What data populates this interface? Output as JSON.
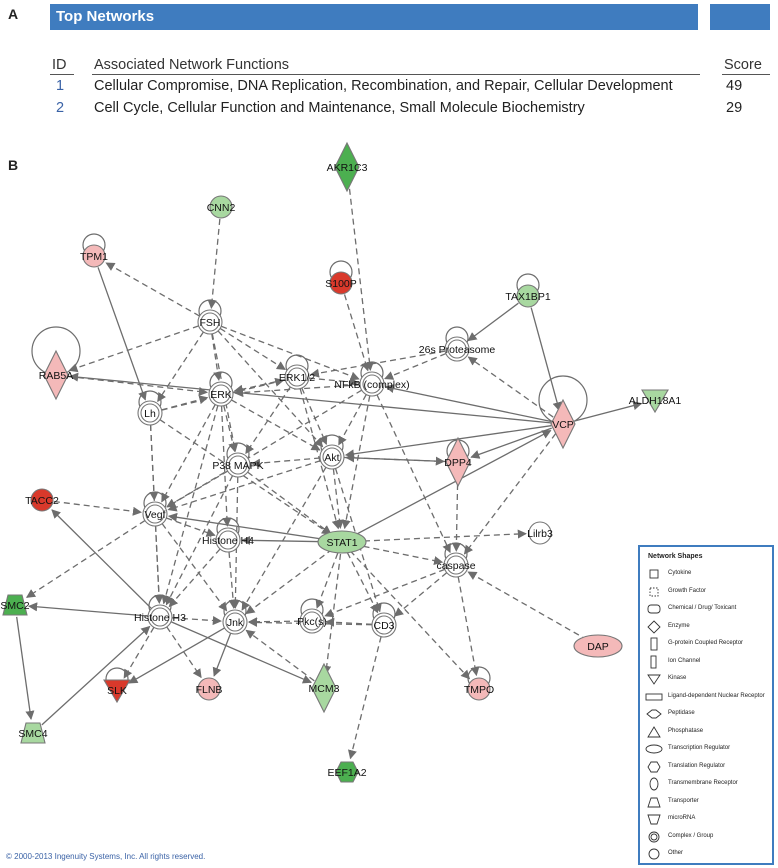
{
  "panel_a_label": "A",
  "panel_b_label": "B",
  "top_networks": {
    "title": "Top Networks",
    "columns": {
      "id": "ID",
      "functions": "Associated Network Functions",
      "score": "Score"
    },
    "rows": [
      {
        "id": "1",
        "functions": "Cellular Compromise, DNA Replication, Recombination, and Repair, Cellular Development",
        "score": "49"
      },
      {
        "id": "2",
        "functions": "Cell Cycle, Cellular Function and Maintenance, Small Molecule Biochemistry",
        "score": "29"
      }
    ]
  },
  "network": {
    "colors": {
      "down_strong": "#4caf50",
      "down_light": "#a8d8a0",
      "up_strong": "#d9392b",
      "up_light": "#f4b9b9",
      "neutral": "#ffffff",
      "edge": "#6d6d6d"
    },
    "nodes": [
      {
        "id": "AKR1C3",
        "label": "AKR1C3",
        "shape": "diamond",
        "fill": "down_strong"
      },
      {
        "id": "CNN2",
        "label": "CNN2",
        "shape": "circle",
        "fill": "down_light"
      },
      {
        "id": "TPM1",
        "label": "TPM1",
        "shape": "circle",
        "fill": "up_light"
      },
      {
        "id": "S100P",
        "label": "S100P",
        "shape": "circle",
        "fill": "up_strong"
      },
      {
        "id": "TAX1BP1",
        "label": "TAX1BP1",
        "shape": "circle",
        "fill": "down_light"
      },
      {
        "id": "FSH",
        "label": "FSH",
        "shape": "complex",
        "fill": "neutral"
      },
      {
        "id": "26S",
        "label": "26s Proteasome",
        "shape": "complex",
        "fill": "neutral"
      },
      {
        "id": "RAB5A",
        "label": "RAB5A",
        "shape": "diamond",
        "fill": "up_light"
      },
      {
        "id": "ERK12",
        "label": "ERK1/2",
        "shape": "complex",
        "fill": "neutral"
      },
      {
        "id": "NFKB",
        "label": "NFkB (complex)",
        "shape": "complex",
        "fill": "neutral"
      },
      {
        "id": "ALDH18A1",
        "label": "ALDH18A1",
        "shape": "triangle-down",
        "fill": "down_light"
      },
      {
        "id": "LH",
        "label": "Lh",
        "shape": "complex",
        "fill": "neutral"
      },
      {
        "id": "ERK",
        "label": "ERK",
        "shape": "complex",
        "fill": "neutral"
      },
      {
        "id": "VCP",
        "label": "VCP",
        "shape": "diamond",
        "fill": "up_light"
      },
      {
        "id": "AKT",
        "label": "Akt",
        "shape": "complex",
        "fill": "neutral"
      },
      {
        "id": "P38",
        "label": "P38 MAPK",
        "shape": "complex",
        "fill": "neutral"
      },
      {
        "id": "DPP4",
        "label": "DPP4",
        "shape": "diamond",
        "fill": "up_light"
      },
      {
        "id": "TACC2",
        "label": "TACC2",
        "shape": "circle",
        "fill": "up_strong"
      },
      {
        "id": "VEGF",
        "label": "Vegf",
        "shape": "complex",
        "fill": "neutral"
      },
      {
        "id": "LILRB3",
        "label": "Lilrb3",
        "shape": "circle",
        "fill": "neutral"
      },
      {
        "id": "H4",
        "label": "Histone H4",
        "shape": "complex",
        "fill": "neutral"
      },
      {
        "id": "STAT1",
        "label": "STAT1",
        "shape": "ellipse",
        "fill": "down_light"
      },
      {
        "id": "CASP",
        "label": "caspase",
        "shape": "complex",
        "fill": "neutral"
      },
      {
        "id": "SMC2",
        "label": "SMC2",
        "shape": "trapezoid",
        "fill": "down_strong"
      },
      {
        "id": "H3",
        "label": "Histone H3",
        "shape": "complex",
        "fill": "neutral"
      },
      {
        "id": "JNK",
        "label": "Jnk",
        "shape": "complex",
        "fill": "neutral"
      },
      {
        "id": "PKC",
        "label": "Pkc(s)",
        "shape": "complex",
        "fill": "neutral"
      },
      {
        "id": "CD3",
        "label": "CD3",
        "shape": "complex",
        "fill": "neutral"
      },
      {
        "id": "DAP",
        "label": "DAP",
        "shape": "ellipse",
        "fill": "up_light"
      },
      {
        "id": "SLK",
        "label": "SLK",
        "shape": "triangle-down",
        "fill": "up_strong"
      },
      {
        "id": "FLNB",
        "label": "FLNB",
        "shape": "circle",
        "fill": "up_light"
      },
      {
        "id": "MCM3",
        "label": "MCM3",
        "shape": "diamond",
        "fill": "down_light"
      },
      {
        "id": "TMPO",
        "label": "TMPO",
        "shape": "circle",
        "fill": "up_light"
      },
      {
        "id": "SMC4",
        "label": "SMC4",
        "shape": "trapezoid",
        "fill": "down_light"
      },
      {
        "id": "EEF1A2",
        "label": "EEF1A2",
        "shape": "hexagon",
        "fill": "down_strong"
      }
    ],
    "edges": [
      [
        "AKR1C3",
        "NFKB",
        "dashed"
      ],
      [
        "CNN2",
        "FSH",
        "dashed"
      ],
      [
        "FSH",
        "TPM1",
        "dashed"
      ],
      [
        "S100P",
        "NFKB",
        "dashed"
      ],
      [
        "TAX1BP1",
        "26S",
        "solid"
      ],
      [
        "FSH",
        "RAB5A",
        "dashed"
      ],
      [
        "FSH",
        "ERK",
        "dashed"
      ],
      [
        "FSH",
        "ERK12",
        "dashed"
      ],
      [
        "FSH",
        "NFKB",
        "dashed"
      ],
      [
        "FSH",
        "AKT",
        "dashed"
      ],
      [
        "FSH",
        "P38",
        "dashed"
      ],
      [
        "FSH",
        "LH",
        "dashed"
      ],
      [
        "26S",
        "NFKB",
        "dashed"
      ],
      [
        "26S",
        "ERK12",
        "dashed"
      ],
      [
        "TPM1",
        "LH",
        "solid"
      ],
      [
        "RAB5A",
        "ERK",
        "dashed"
      ],
      [
        "LH",
        "ERK",
        "dashed"
      ],
      [
        "LH",
        "ERK12",
        "dashed"
      ],
      [
        "LH",
        "VEGF",
        "dashed"
      ],
      [
        "LH",
        "H3",
        "dashed"
      ],
      [
        "ERK12",
        "ERK",
        "dashed"
      ],
      [
        "ERK12",
        "NFKB",
        "dashed"
      ],
      [
        "ERK12",
        "AKT",
        "dashed"
      ],
      [
        "ERK12",
        "P38",
        "dashed"
      ],
      [
        "NFKB",
        "AKT",
        "dashed"
      ],
      [
        "NFKB",
        "VEGF",
        "dashed"
      ],
      [
        "NFKB",
        "STAT1",
        "dashed"
      ],
      [
        "NFKB",
        "ERK",
        "dashed"
      ],
      [
        "ERK",
        "AKT",
        "dashed"
      ],
      [
        "ERK",
        "VEGF",
        "dashed"
      ],
      [
        "ERK",
        "H4",
        "dashed"
      ],
      [
        "ERK",
        "P38",
        "dashed"
      ],
      [
        "VCP",
        "26S",
        "dashed"
      ],
      [
        "VCP",
        "NFKB",
        "solid"
      ],
      [
        "VCP",
        "ALDH18A1",
        "solid"
      ],
      [
        "VCP",
        "AKT",
        "solid"
      ],
      [
        "VCP",
        "CASP",
        "dashed"
      ],
      [
        "VCP",
        "DPP4",
        "solid"
      ],
      [
        "TAX1BP1",
        "VCP",
        "solid"
      ],
      [
        "VCP",
        "RAB5A",
        "solid"
      ],
      [
        "AKT",
        "P38",
        "dashed"
      ],
      [
        "AKT",
        "VEGF",
        "dashed"
      ],
      [
        "AKT",
        "STAT1",
        "dashed"
      ],
      [
        "AKT",
        "JNK",
        "dashed"
      ],
      [
        "AKT",
        "DPP4",
        "dashed"
      ],
      [
        "P38",
        "VEGF",
        "dashed"
      ],
      [
        "P38",
        "JNK",
        "dashed"
      ],
      [
        "P38",
        "H3",
        "dashed"
      ],
      [
        "DPP4",
        "CASP",
        "dashed"
      ],
      [
        "DPP4",
        "AKT",
        "solid"
      ],
      [
        "TACC2",
        "VEGF",
        "dashed"
      ],
      [
        "VEGF",
        "H4",
        "dashed"
      ],
      [
        "VEGF",
        "SMC2",
        "dashed"
      ],
      [
        "VEGF",
        "H3",
        "dashed"
      ],
      [
        "STAT1",
        "VEGF",
        "solid"
      ],
      [
        "STAT1",
        "H4",
        "solid"
      ],
      [
        "STAT1",
        "CASP",
        "dashed"
      ],
      [
        "STAT1",
        "VCP",
        "solid"
      ],
      [
        "STAT1",
        "LILRB3",
        "dashed"
      ],
      [
        "STAT1",
        "JNK",
        "dashed"
      ],
      [
        "STAT1",
        "PKC",
        "dashed"
      ],
      [
        "STAT1",
        "MCM3",
        "dashed"
      ],
      [
        "STAT1",
        "TMPO",
        "dashed"
      ],
      [
        "STAT1",
        "CD3",
        "dashed"
      ],
      [
        "H4",
        "H3",
        "dashed"
      ],
      [
        "H4",
        "JNK",
        "dashed"
      ],
      [
        "CASP",
        "PKC",
        "dashed"
      ],
      [
        "CASP",
        "CD3",
        "dashed"
      ],
      [
        "CASP",
        "TMPO",
        "dashed"
      ],
      [
        "DAP",
        "CASP",
        "dashed"
      ],
      [
        "H3",
        "SMC2",
        "solid"
      ],
      [
        "H3",
        "JNK",
        "dashed"
      ],
      [
        "H3",
        "MCM3",
        "solid"
      ],
      [
        "H3",
        "TACC2",
        "solid"
      ],
      [
        "H3",
        "SLK",
        "dashed"
      ],
      [
        "H3",
        "FLNB",
        "dashed"
      ],
      [
        "JNK",
        "SLK",
        "solid"
      ],
      [
        "JNK",
        "FLNB",
        "solid"
      ],
      [
        "PKC",
        "JNK",
        "dashed"
      ],
      [
        "CD3",
        "JNK",
        "dashed"
      ],
      [
        "CD3",
        "EEF1A2",
        "dashed"
      ],
      [
        "CD3",
        "PKC",
        "dashed"
      ],
      [
        "SMC2",
        "SMC4",
        "solid"
      ],
      [
        "SMC4",
        "H3",
        "solid"
      ],
      [
        "MCM3",
        "JNK",
        "dashed"
      ],
      [
        "ERK12",
        "STAT1",
        "dashed"
      ],
      [
        "P38",
        "STAT1",
        "dashed"
      ],
      [
        "LH",
        "STAT1",
        "dashed"
      ],
      [
        "ERK",
        "H3",
        "dashed"
      ],
      [
        "NFKB",
        "CASP",
        "dashed"
      ],
      [
        "AKT",
        "CD3",
        "dashed"
      ],
      [
        "VEGF",
        "JNK",
        "dashed"
      ]
    ],
    "self_loops": [
      "TPM1",
      "FSH",
      "TAX1BP1",
      "RAB5A",
      "26S",
      "ERK12",
      "NFKB",
      "LH",
      "ERK",
      "VCP",
      "AKT",
      "P38",
      "DPP4",
      "VEGF",
      "H4",
      "CASP",
      "H3",
      "JNK",
      "PKC",
      "CD3",
      "SLK",
      "TMPO",
      "S100P"
    ]
  },
  "legend": {
    "title": "Network Shapes",
    "items": [
      {
        "shape": "square",
        "label": "Cytokine"
      },
      {
        "shape": "dotted-square",
        "label": "Growth Factor"
      },
      {
        "shape": "rounded-rect",
        "label": "Chemical / Drug/ Toxicant"
      },
      {
        "shape": "diamond",
        "label": "Enzyme"
      },
      {
        "shape": "tall-rect",
        "label": "G-protein Coupled Receptor"
      },
      {
        "shape": "thin-rect",
        "label": "Ion Channel"
      },
      {
        "shape": "triangle-down",
        "label": "Kinase"
      },
      {
        "shape": "wide-rect",
        "label": "Ligand-dependent Nuclear Receptor"
      },
      {
        "shape": "hexdiamond",
        "label": "Peptidase"
      },
      {
        "shape": "triangle-up",
        "label": "Phosphatase"
      },
      {
        "shape": "ellipse",
        "label": "Transcription Regulator"
      },
      {
        "shape": "hexagon",
        "label": "Translation Regulator"
      },
      {
        "shape": "tall-ellipse",
        "label": "Transmembrane Receptor"
      },
      {
        "shape": "trapezoid",
        "label": "Transporter"
      },
      {
        "shape": "inv-trapezoid",
        "label": "microRNA"
      },
      {
        "shape": "double-circle",
        "label": "Complex / Group"
      },
      {
        "shape": "circle",
        "label": "Other"
      }
    ]
  },
  "copyright": "© 2000-2013 Ingenuity Systems, Inc. All rights reserved."
}
